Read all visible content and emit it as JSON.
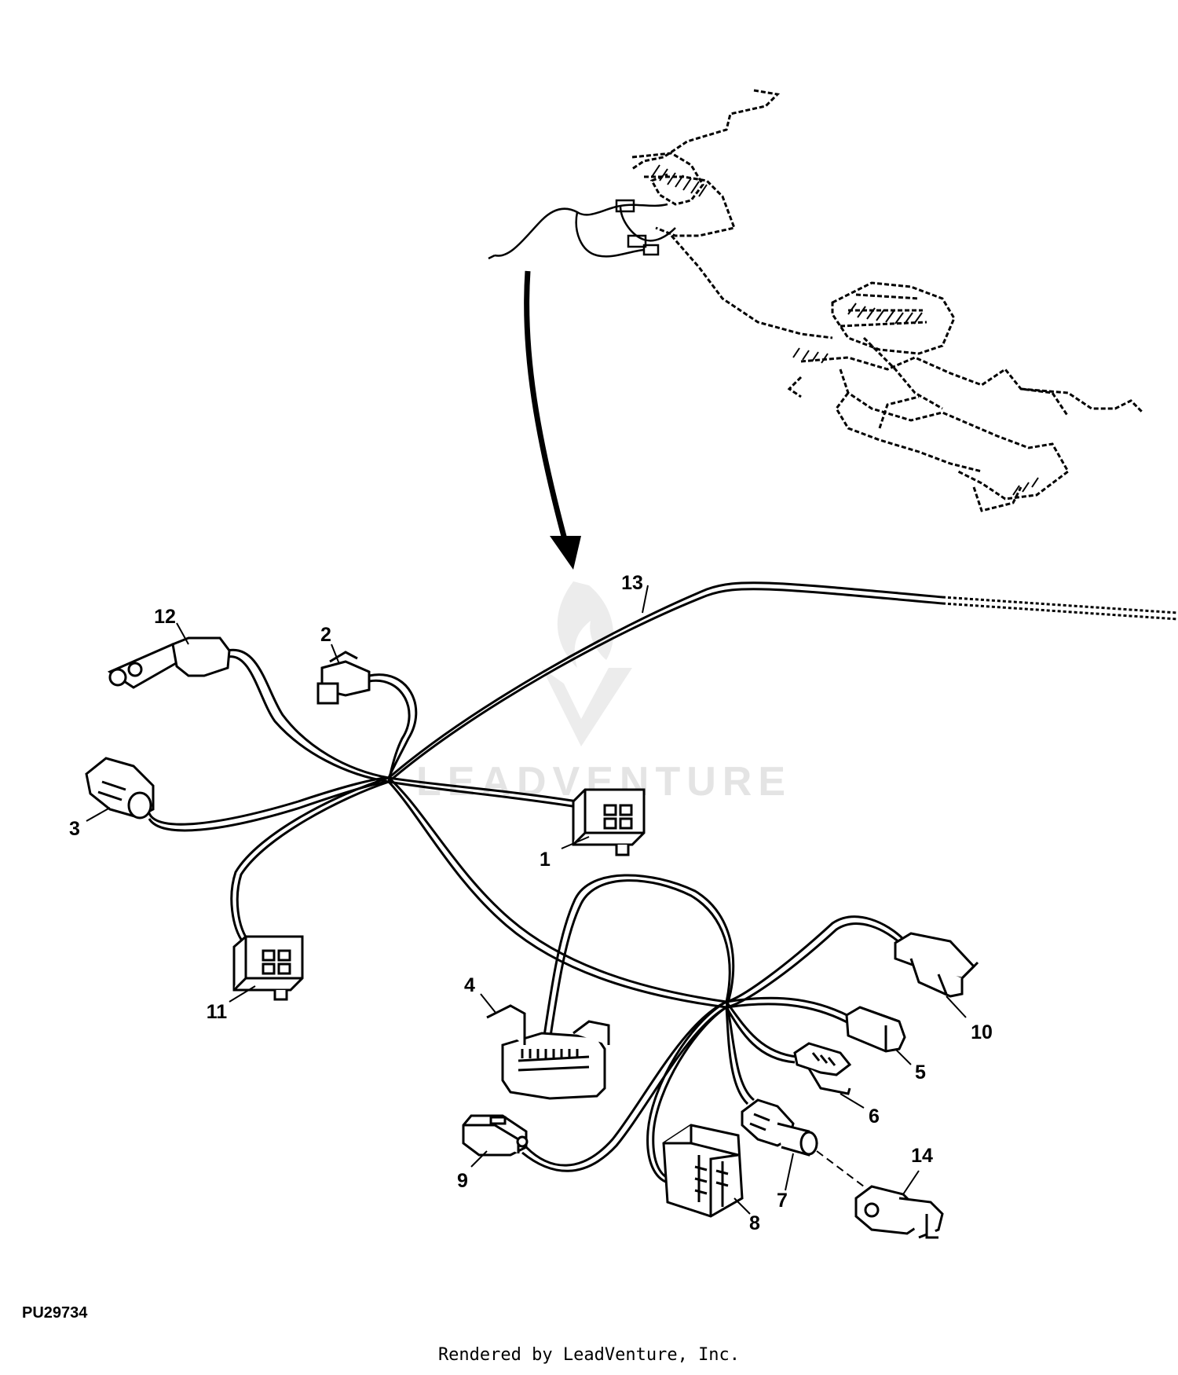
{
  "figure": {
    "id": "PU29734",
    "footer": "Rendered by LeadVenture, Inc.",
    "watermark_logo_text": "LEADVENTURE"
  },
  "callouts": [
    "1",
    "2",
    "3",
    "4",
    "5",
    "6",
    "7",
    "8",
    "9",
    "10",
    "11",
    "12",
    "13",
    "14"
  ],
  "colors": {
    "line": "#000000",
    "watermark": "#e4e4e4",
    "background": "#ffffff"
  },
  "icons": [
    "curved-arrow-icon",
    "leadventure-logo-icon"
  ]
}
